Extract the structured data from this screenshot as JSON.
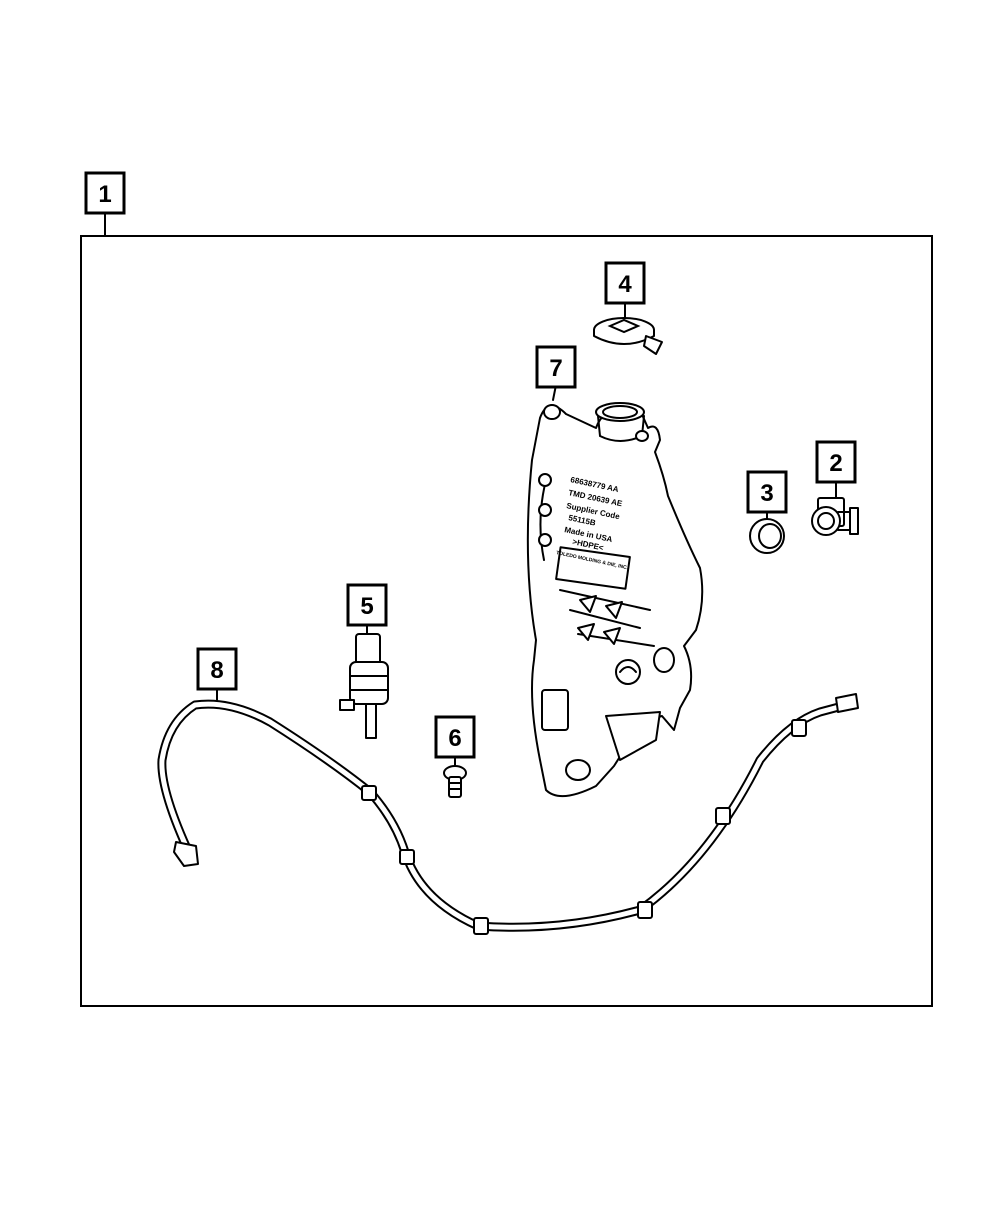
{
  "callouts": {
    "c1": "1",
    "c2": "2",
    "c3": "3",
    "c4": "4",
    "c5": "5",
    "c6": "6",
    "c7": "7",
    "c8": "8"
  },
  "tank_label": {
    "line1": "68638779 AA",
    "line2": "TMD 20639  AE",
    "line3": "Supplier Code",
    "line4": "55115B",
    "line5": "Made in USA",
    "line6": ">HDPE<",
    "line7": "TOLEDO MOLDING & DIE, INC."
  },
  "colors": {
    "stroke": "#000000",
    "background": "#ffffff"
  }
}
